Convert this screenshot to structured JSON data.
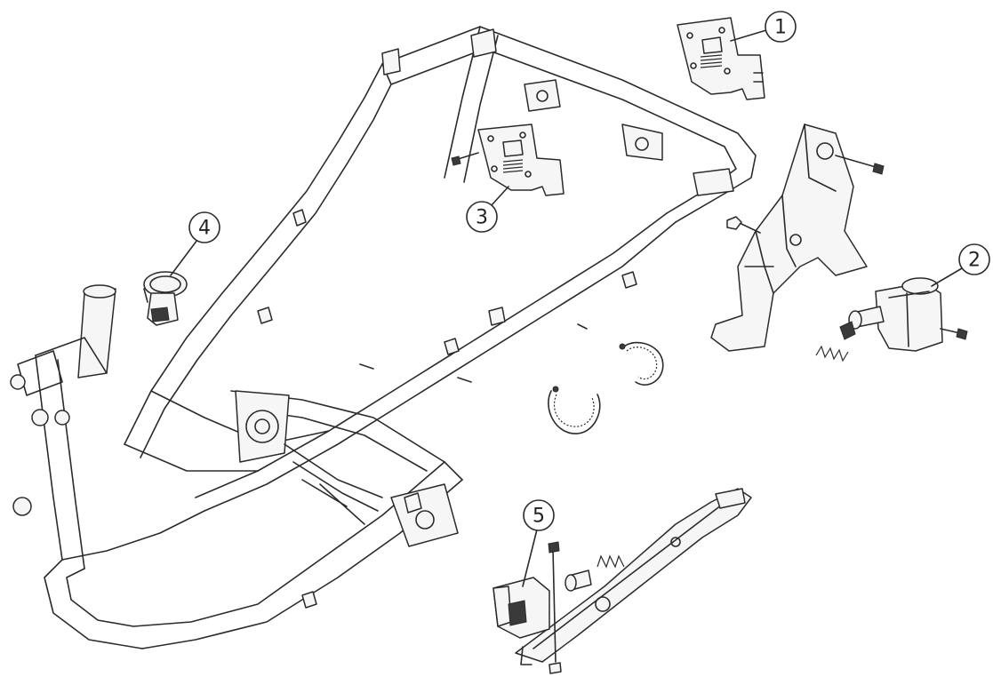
{
  "callouts": [
    {
      "number": "1"
    },
    {
      "number": "2"
    },
    {
      "number": "3"
    },
    {
      "number": "4"
    },
    {
      "number": "5"
    }
  ],
  "colors": {
    "line": "#2b2b2b",
    "fill": "#f6f6f6",
    "background": "#ffffff"
  }
}
